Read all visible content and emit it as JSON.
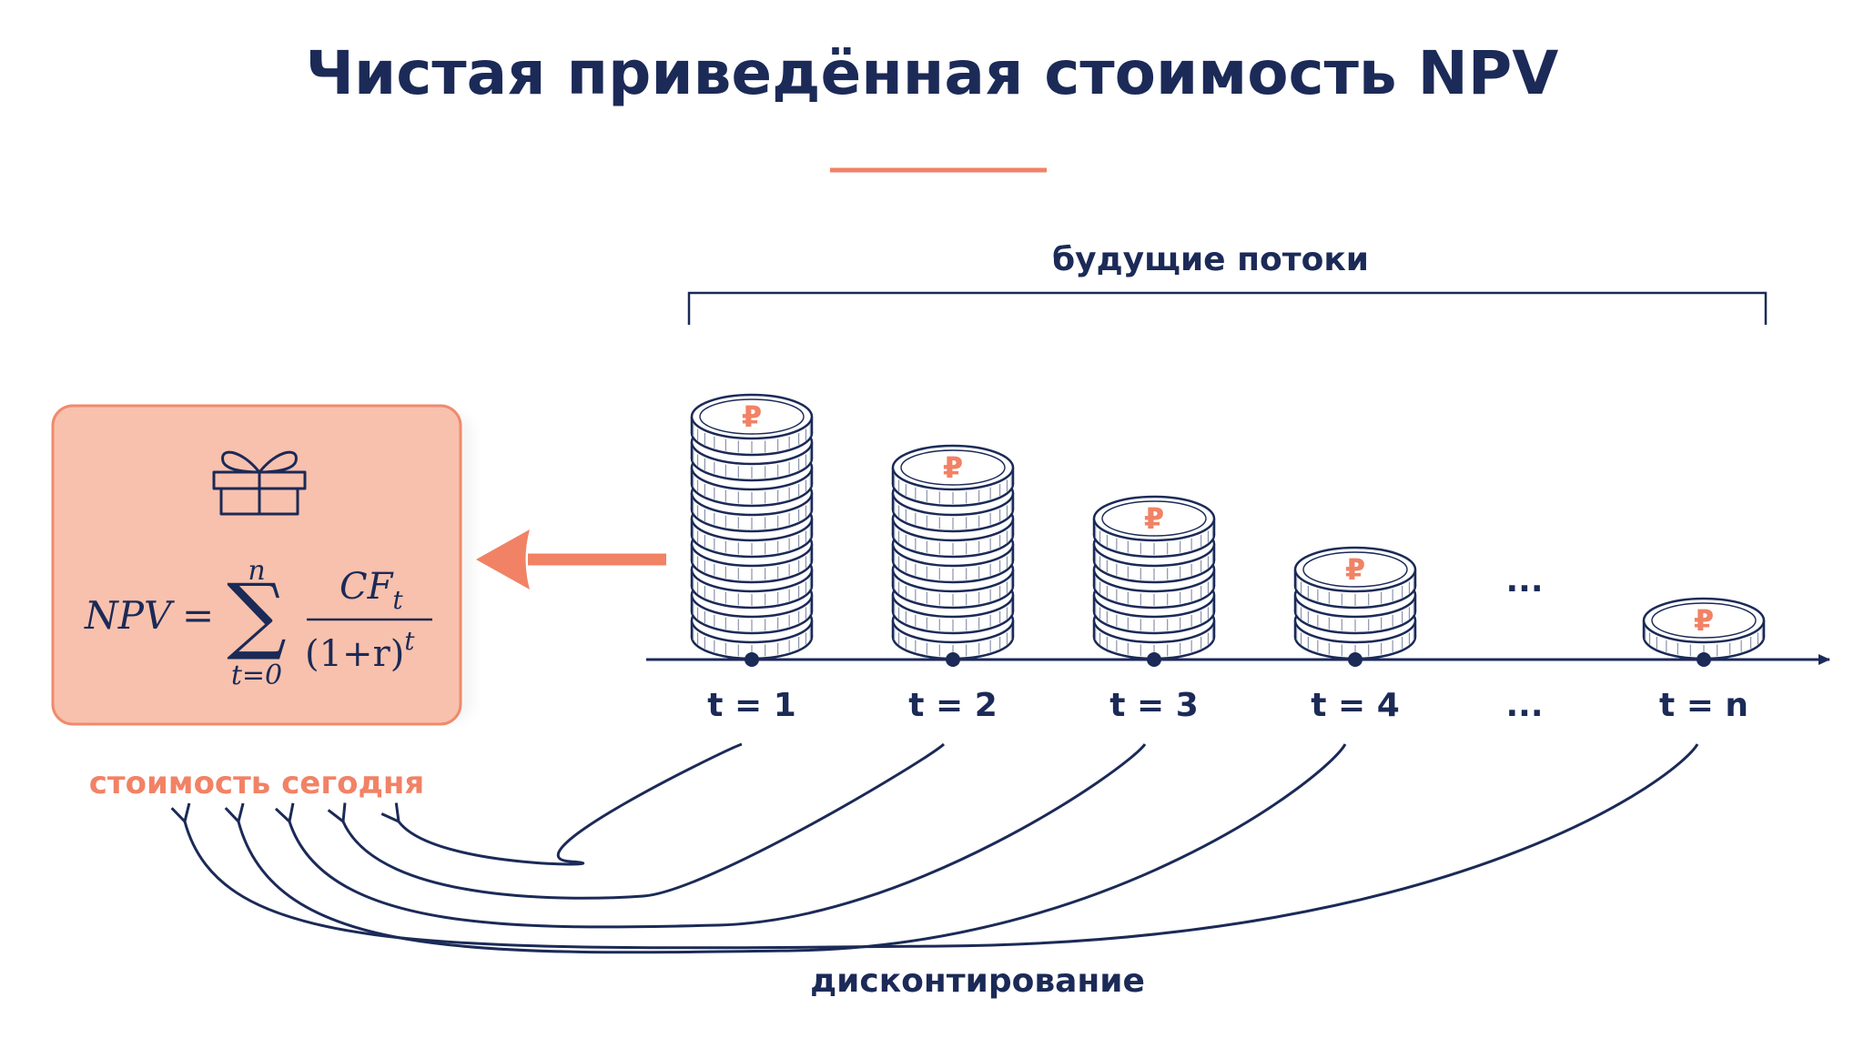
{
  "title": "Чистая приведённая стоимость NPV",
  "future_flows_label": "будущие потоки",
  "present_value_label": "стоимость сегодня",
  "discounting_label": "дисконтирование",
  "ellipsis": "...",
  "formula": {
    "lhs": "NPV",
    "equals": "=",
    "sigma": "∑",
    "upper_limit": "n",
    "lower_limit": "t=0",
    "numerator_base": "CF",
    "numerator_sub": "t",
    "denominator_base": "(1+r)",
    "denominator_exp": "t"
  },
  "currency_symbol": "₽",
  "time_labels": [
    "t = 1",
    "t = 2",
    "t = 3",
    "t = 4",
    "...",
    "t = n"
  ],
  "coin_stack_counts": [
    9,
    7,
    5,
    3,
    1
  ],
  "icons": [
    "gift-icon",
    "ruble-icon",
    "arrow-left-icon"
  ],
  "colors": {
    "navy": "#1b2a57",
    "salmon": "#f18265",
    "box_fill": "#f8c1ad",
    "box_border": "#ef8a6c",
    "coin_face": "#ffffff"
  }
}
